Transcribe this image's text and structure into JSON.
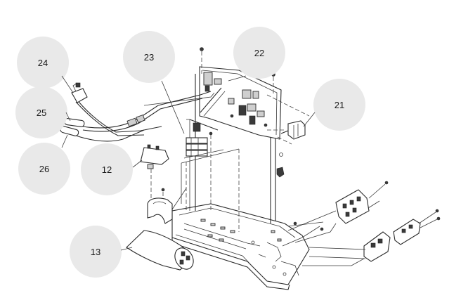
{
  "callouts": [
    {
      "id": "c24",
      "label": "24"
    },
    {
      "id": "c23",
      "label": "23"
    },
    {
      "id": "c22",
      "label": "22"
    },
    {
      "id": "c21",
      "label": "21"
    },
    {
      "id": "c25",
      "label": "25"
    },
    {
      "id": "c26",
      "label": "26"
    },
    {
      "id": "c12",
      "label": "12"
    },
    {
      "id": "c13",
      "label": "13"
    }
  ]
}
